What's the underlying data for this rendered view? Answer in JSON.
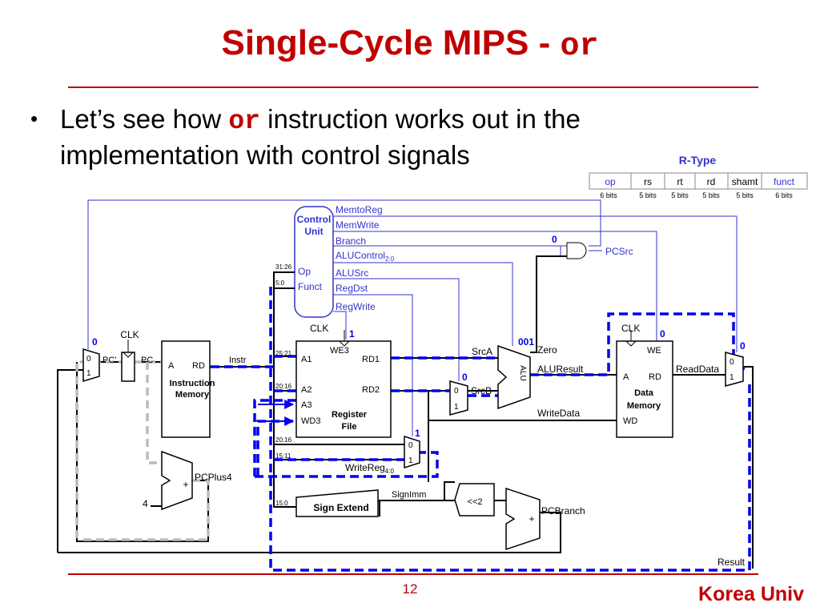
{
  "slide": {
    "title_main": "Single-Cycle MIPS -",
    "title_code": "or",
    "bullet_pre": "Let’s see how",
    "bullet_code": "or",
    "bullet_post": "instruction works out in the implementation with control signals",
    "page_number": "12",
    "brand": "Korea Univ"
  },
  "rtype": {
    "title": "R-Type",
    "fields": [
      "op",
      "rs",
      "rt",
      "rd",
      "shamt",
      "funct"
    ],
    "bits": [
      "6 bits",
      "5 bits",
      "5 bits",
      "5 bits",
      "5 bits",
      "6 bits"
    ]
  },
  "control_unit": {
    "title_line1": "Control",
    "title_line2": "Unit",
    "port_op": "Op",
    "port_funct": "Funct",
    "signals": {
      "memtoreg": "MemtoReg",
      "memwrite": "MemWrite",
      "branch": "Branch",
      "alucontrol": "ALUControl",
      "alucontrol_sub": "2:0",
      "alusrc": "ALUSrc",
      "regdst": "RegDst",
      "regwrite": "RegWrite"
    },
    "bit_ranges": {
      "op": "31:26",
      "funct": "5:0"
    }
  },
  "datapath": {
    "clk": "CLK",
    "pc_prime": "PC'",
    "pc": "PC",
    "instr": "Instr",
    "imem_a": "A",
    "imem_rd": "RD",
    "imem_line1": "Instruction",
    "imem_line2": "Memory",
    "rf_we3": "WE3",
    "rf_a1": "A1",
    "rf_a2": "A2",
    "rf_a3": "A3",
    "rf_wd3": "WD3",
    "rf_rd1": "RD1",
    "rf_rd2": "RD2",
    "rf_line1": "Register",
    "rf_line2": "File",
    "ranges": {
      "a1": "25:21",
      "a2": "20:16",
      "mux_top": "20:16",
      "mux_bot": "15:11",
      "imm": "15:0"
    },
    "srca": "SrcA",
    "srcb": "SrcB",
    "zero": "Zero",
    "aluresult": "ALUResult",
    "alu_label": "ALU",
    "writedata": "WriteData",
    "writereg": "WriteReg",
    "writereg_sub": "4:0",
    "signimm": "SignImm",
    "sign_extend": "Sign Extend",
    "shift": "<<2",
    "pcplus4": "PCPlus4",
    "pcbranch": "PCBranch",
    "four": "4",
    "plus": "+",
    "pcsrc": "PCSrc",
    "dmem_we": "WE",
    "dmem_a": "A",
    "dmem_rd": "RD",
    "dmem_wd": "WD",
    "dmem_line1": "Data",
    "dmem_line2": "Memory",
    "readdata": "ReadData",
    "result": "Result",
    "mux0": "0",
    "mux1": "1"
  },
  "signal_values": {
    "pcsrc_mux": "0",
    "regwrite": "1",
    "branch": "0",
    "alucontrol": "001",
    "alusrc": "0",
    "regdst": "1",
    "memwrite": "0",
    "memtoreg": "0"
  },
  "colors": {
    "title_red": "#c00000",
    "control_blue": "#3333cc",
    "active_path_blue": "#0000ee",
    "pc_path_gray": "#bbbbbb"
  }
}
